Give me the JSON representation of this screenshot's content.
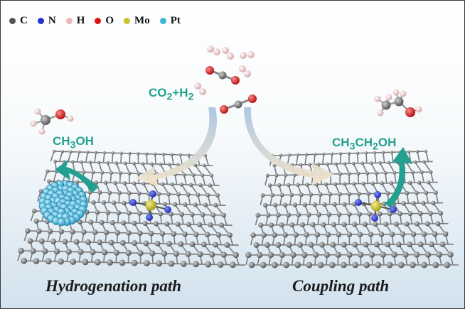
{
  "legend": [
    {
      "symbol": "C",
      "color": "#555555"
    },
    {
      "symbol": "N",
      "color": "#2233cc"
    },
    {
      "symbol": "H",
      "color": "#e8b9b9"
    },
    {
      "symbol": "O",
      "color": "#d81515"
    },
    {
      "symbol": "Mo",
      "color": "#c9c229"
    },
    {
      "symbol": "Pt",
      "color": "#3cb8dc"
    }
  ],
  "reactant": {
    "p1": "CO",
    "sub1": "2",
    "p2": "+H",
    "sub2": "2"
  },
  "product_left": {
    "p1": "CH",
    "sub1": "3",
    "p2": "OH"
  },
  "product_right": {
    "p1": "CH",
    "sub1": "3",
    "p2": "CH",
    "sub2": "2",
    "p3": "OH"
  },
  "path_left": "Hydrogenation path",
  "path_right": "Coupling path",
  "colors": {
    "accent": "#23a08f",
    "graphene": "#6e6e6e",
    "swoosh": "#b9cfe6",
    "pt_cluster": "#2fa6cf"
  }
}
